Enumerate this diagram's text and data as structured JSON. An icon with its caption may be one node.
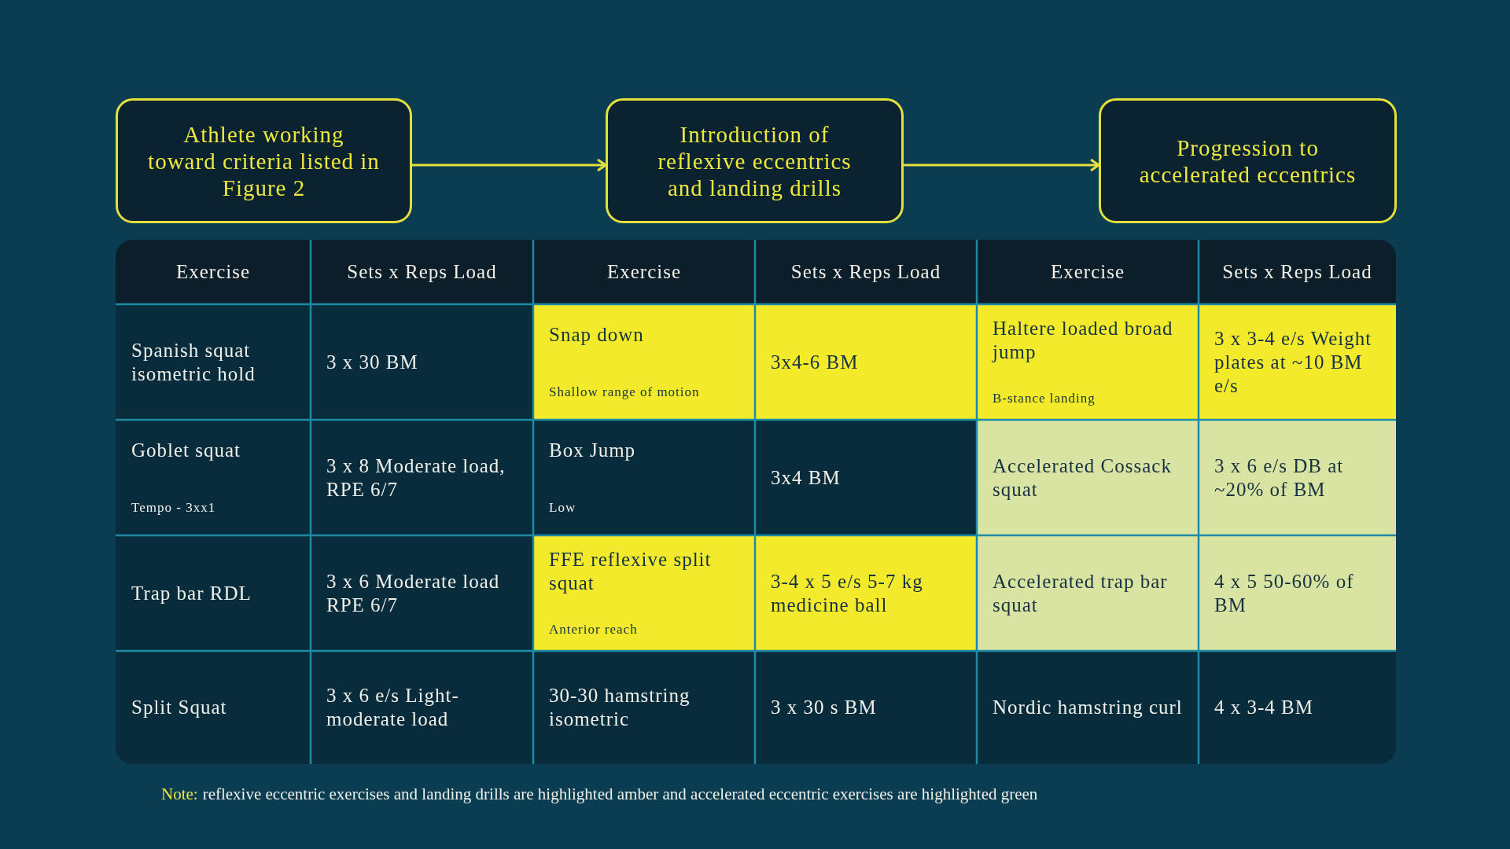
{
  "diagram": {
    "nodes": [
      {
        "text": [
          "Athlete working toward criteria listed in Figure 2"
        ]
      },
      {
        "text": [
          "Introduction of reflexive eccentrics and landing drills"
        ]
      },
      {
        "text": [
          "Progression to accelerated eccentrics"
        ]
      }
    ],
    "edges": [
      {
        "from": 0,
        "to": 1,
        "arrow": "to"
      },
      {
        "from": 1,
        "to": 2,
        "arrow": "to"
      }
    ],
    "labels": [
      "Exercise",
      "Sets x Reps Load",
      "Exercise",
      "Sets x Reps Load",
      "Exercise",
      "Sets x Reps Load",
      "Spanish squat isometric hold",
      "3 x 30 BM",
      "Snap down",
      "Shallow range of motion",
      "3x4-6 BM",
      "Haltere loaded broad jump",
      "B-stance landing",
      "3 x 3-4 e/s Weight plates at ~10 BM e/s",
      "Goblet squat",
      "Tempo - 3xx1",
      "3 x 8 Moderate load, RPE 6/7",
      "Box Jump",
      "Low",
      "3x4 BM",
      "Accelerated Cossack squat",
      "3 x 6 e/s DB at ~20% of BM",
      "Trap bar RDL",
      "3 x 6 Moderate load RPE 6/7",
      "FFE reflexive split squat",
      "Anterior reach",
      "3-4 x 5 e/s 5-7 kg medicine ball",
      "Accelerated trap bar squat",
      "4 x 5 50-60% of BM",
      "Split Squat",
      "3 x 6 e/s Light-moderate load",
      "30-30 hamstring isometric",
      "3 x 30 s BM",
      "Nordic hamstring curl",
      "4 x 3-4 BM",
      "Note:",
      "reflexive eccentric exercises and landing drills are highlighted amber and accelerated eccentric exercises are highlighted green"
    ]
  }
}
